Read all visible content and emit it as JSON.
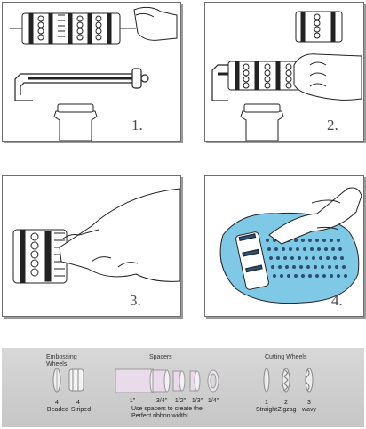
{
  "steps": [
    {
      "number": "1."
    },
    {
      "number": "2."
    },
    {
      "number": "3."
    },
    {
      "number": "4."
    }
  ],
  "tools": {
    "embossing": {
      "heading": "Embossing\nWheels",
      "items": [
        {
          "count": "4",
          "label": "Beaded"
        },
        {
          "count": "4",
          "label": "Striped"
        }
      ]
    },
    "spacers": {
      "heading": "Spacers",
      "sizes": [
        "1\"",
        "3/4\"",
        "1/2\"",
        "1/3\"",
        "1/4\""
      ],
      "note": "Use spacers to create the\nPerfect ribbon width!"
    },
    "cutting": {
      "heading": "Cutting Wheels",
      "items": [
        {
          "count": "1",
          "label": "Straight"
        },
        {
          "count": "2",
          "label": "Zigzag"
        },
        {
          "count": "3",
          "label": "wavy"
        }
      ]
    }
  },
  "colors": {
    "panel_border": "#6f6f6f",
    "fondant_blue": "#7fc8e6",
    "tool_strip": "#c9c9c9"
  }
}
